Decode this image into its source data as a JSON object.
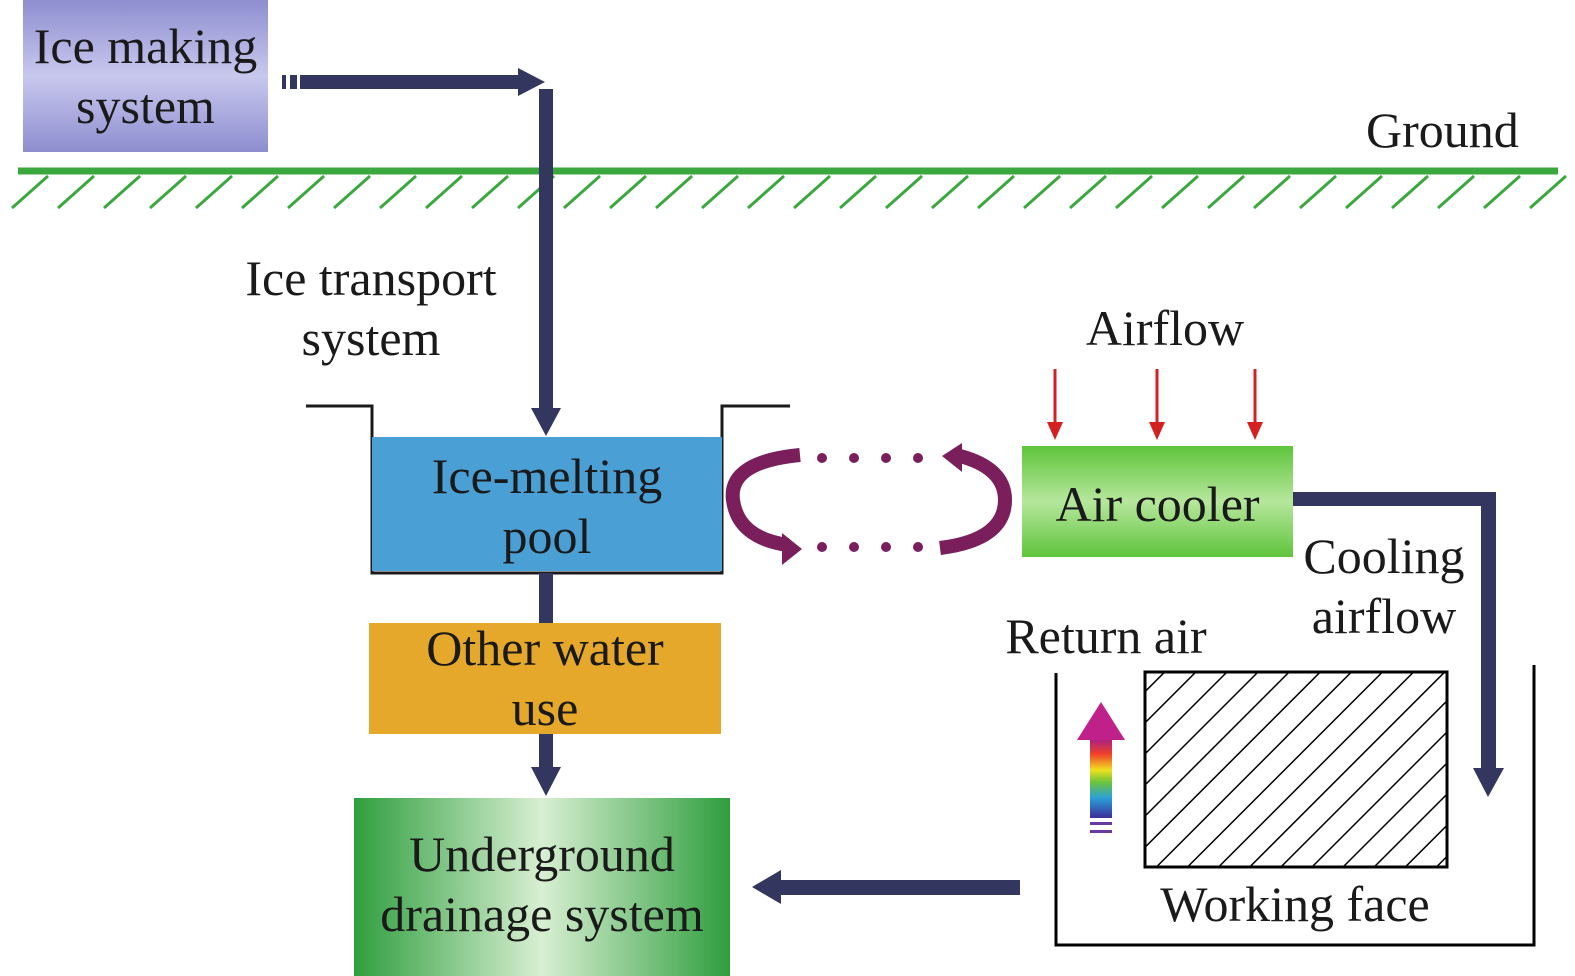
{
  "labels": {
    "ice_making": [
      "Ice making",
      "system"
    ],
    "ground": "Ground",
    "ice_transport": [
      "Ice transport",
      "system"
    ],
    "airflow": "Airflow",
    "ice_melting_pool": [
      "Ice-melting",
      "pool"
    ],
    "air_cooler": "Air cooler",
    "cooling_airflow": [
      "Cooling",
      "airflow"
    ],
    "return_air": "Return air",
    "other_water_use": [
      "Other water",
      "use"
    ],
    "underground_drainage": [
      "Underground",
      "drainage system"
    ],
    "working_face": "Working face"
  },
  "colors": {
    "ice_making_box": "#a8a8de",
    "pool_box": "#4a9fd5",
    "air_cooler_box": "#7ccf5a",
    "other_water_box": "#e6a82a",
    "drainage_box": "#3ea84a",
    "flow_arrow": "#33365e",
    "ground_line": "#3aa83e",
    "airflow_arrow": "#d42020",
    "cycle_arrow": "#7a1f5c"
  }
}
